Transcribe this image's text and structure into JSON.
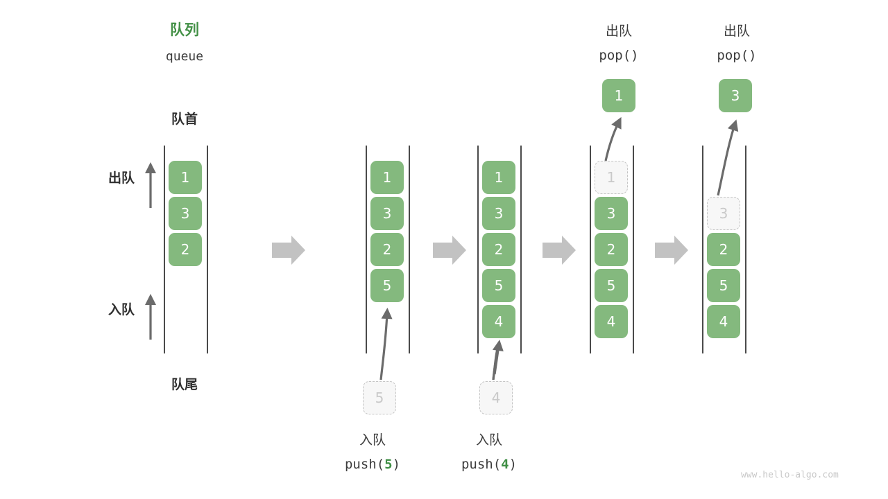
{
  "diagram": {
    "title_cn": "队列",
    "title_en": "queue",
    "front_label": "队首",
    "rear_label": "队尾",
    "dequeue_label": "出队",
    "enqueue_label": "入队",
    "watermark": "www.hello-algo.com",
    "colors": {
      "accent_green": "#439046",
      "cell_green": "#84b97e",
      "ghost_fill": "#f7f7f7",
      "ghost_border": "#c4c4c4",
      "ghost_text": "#c9c9c9",
      "rail": "#4a4a4a",
      "arrow_gray": "#6b6b6b",
      "flow_arrow_gray": "#c2c2c2",
      "text": "#3c3c3c",
      "watermark": "#c8c8c8"
    }
  },
  "steps": [
    {
      "id": "initial",
      "op_cn": "队列",
      "op_en": "queue",
      "op_en_prefix": "queue",
      "op_en_arg": "",
      "op_en_suffix": "",
      "cells": [
        {
          "value": "1",
          "state": "filled"
        },
        {
          "value": "3",
          "state": "filled"
        },
        {
          "value": "2",
          "state": "filled"
        }
      ],
      "incoming": null,
      "outgoing": null
    },
    {
      "id": "push-5",
      "op_cn": "入队",
      "op_en": "push(5)",
      "op_en_prefix": "push(",
      "op_en_arg": "5",
      "op_en_suffix": ")",
      "cells": [
        {
          "value": "1",
          "state": "filled"
        },
        {
          "value": "3",
          "state": "filled"
        },
        {
          "value": "2",
          "state": "filled"
        },
        {
          "value": "5",
          "state": "filled"
        }
      ],
      "incoming": {
        "value": "5"
      },
      "outgoing": null
    },
    {
      "id": "push-4",
      "op_cn": "入队",
      "op_en": "push(4)",
      "op_en_prefix": "push(",
      "op_en_arg": "4",
      "op_en_suffix": ")",
      "cells": [
        {
          "value": "1",
          "state": "filled"
        },
        {
          "value": "3",
          "state": "filled"
        },
        {
          "value": "2",
          "state": "filled"
        },
        {
          "value": "5",
          "state": "filled"
        },
        {
          "value": "4",
          "state": "filled"
        }
      ],
      "incoming": {
        "value": "4"
      },
      "outgoing": null
    },
    {
      "id": "pop-1",
      "op_cn": "出队",
      "op_en": "pop()",
      "op_en_prefix": "pop(",
      "op_en_arg": "",
      "op_en_suffix": ")",
      "cells": [
        {
          "value": "1",
          "state": "ghost"
        },
        {
          "value": "3",
          "state": "filled"
        },
        {
          "value": "2",
          "state": "filled"
        },
        {
          "value": "5",
          "state": "filled"
        },
        {
          "value": "4",
          "state": "filled"
        }
      ],
      "incoming": null,
      "outgoing": {
        "value": "1"
      }
    },
    {
      "id": "pop-3",
      "op_cn": "出队",
      "op_en": "pop()",
      "op_en_prefix": "pop(",
      "op_en_arg": "",
      "op_en_suffix": ")",
      "cells": [
        {
          "value": "3",
          "state": "ghost"
        },
        {
          "value": "2",
          "state": "filled"
        },
        {
          "value": "5",
          "state": "filled"
        },
        {
          "value": "4",
          "state": "filled"
        }
      ],
      "incoming": null,
      "outgoing": {
        "value": "3"
      }
    }
  ]
}
